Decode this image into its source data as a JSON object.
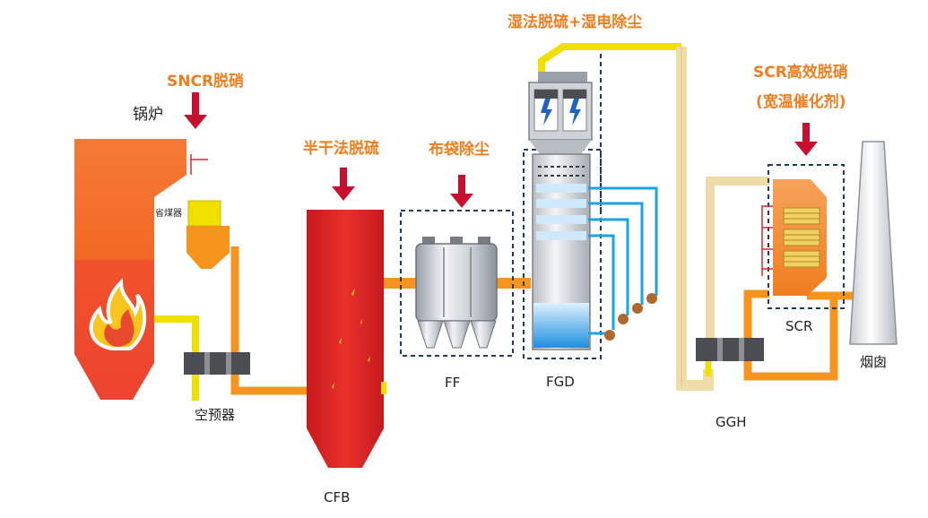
{
  "labels": {
    "sncr": "SNCR脱硝",
    "boiler": "锅炉",
    "economizer": "省煤器",
    "semi_dry": "半干法脱硫",
    "bag_filter": "布袋除尘",
    "wet_fgd": "湿法脱硫+湿电除尘",
    "scr_title": "SCR高效脱硝",
    "scr_sub": "(宽温催化剂)",
    "air_preheater": "空预器",
    "cfb": "CFB",
    "ff": "FF",
    "fgd": "FGD",
    "ggh": "GGH",
    "scr": "SCR",
    "chimney": "烟囱"
  },
  "colors": {
    "accent_label": "#f07d1e",
    "arrow": "#c8102e",
    "boiler": "#f26522",
    "cfb": "#d62b2b",
    "flue_duct": "#f7941d",
    "yellow_duct": "#f0e000",
    "pale_duct": "#f0dca8",
    "spray_pipe": "#1aa3e8",
    "dashed_box": "#1f3a66"
  },
  "icons": [
    "flame-icon",
    "lightning-icon",
    "down-arrow-icon"
  ]
}
